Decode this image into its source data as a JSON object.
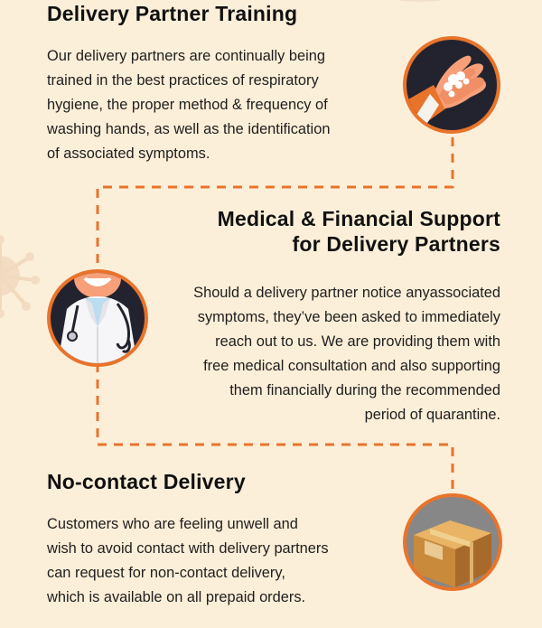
{
  "sections": [
    {
      "title": "Delivery Partner Training",
      "body_lines": [
        "Our delivery partners are continually being",
        "trained in the best practices of respiratory",
        "hygiene, the proper method & frequency of",
        "washing hands, as well as the identification",
        "of associated symptoms."
      ],
      "icon": "handwashing-icon"
    },
    {
      "title_lines": [
        "Medical & Financial Support",
        "for Delivery Partners"
      ],
      "body_lines": [
        "Should a delivery partner notice anyassociated",
        "symptoms, they’ve been asked to immediately",
        "reach out to us. We are providing them with",
        "free medical consultation and also supporting",
        "them financially during the recommended",
        "period of quarantine."
      ],
      "icon": "doctor-icon"
    },
    {
      "title": "No-contact Delivery",
      "body_lines": [
        "Customers who are feeling unwell and",
        "wish to avoid contact with delivery partners",
        "can request for non-contact delivery,",
        "which is available on all prepaid orders."
      ],
      "icon": "package-box-icon"
    }
  ],
  "colors": {
    "background": "#fcefd9",
    "accent_orange": "#e8742c",
    "icon_dark": "#23232f",
    "title_text": "#111111"
  }
}
